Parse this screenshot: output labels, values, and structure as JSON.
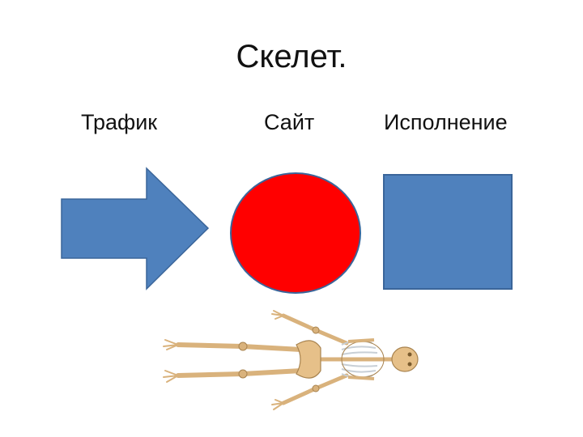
{
  "slide": {
    "title": "Скелет."
  },
  "columns": {
    "traffic": {
      "label": "Трафик",
      "shape": "right-arrow"
    },
    "site": {
      "label": "Сайт",
      "shape": "circle"
    },
    "execution": {
      "label": "Исполнение",
      "shape": "square"
    }
  },
  "colors": {
    "arrow_fill": "#4f81bd",
    "arrow_stroke": "#3a659a",
    "circle_fill": "#ff0000",
    "circle_stroke": "#3a659a",
    "square_fill": "#4f81bd",
    "square_stroke": "#3a659a",
    "bone": "#d9b27c",
    "bone_shadow": "#a8834f"
  },
  "illustration": {
    "name": "human-skeleton"
  }
}
